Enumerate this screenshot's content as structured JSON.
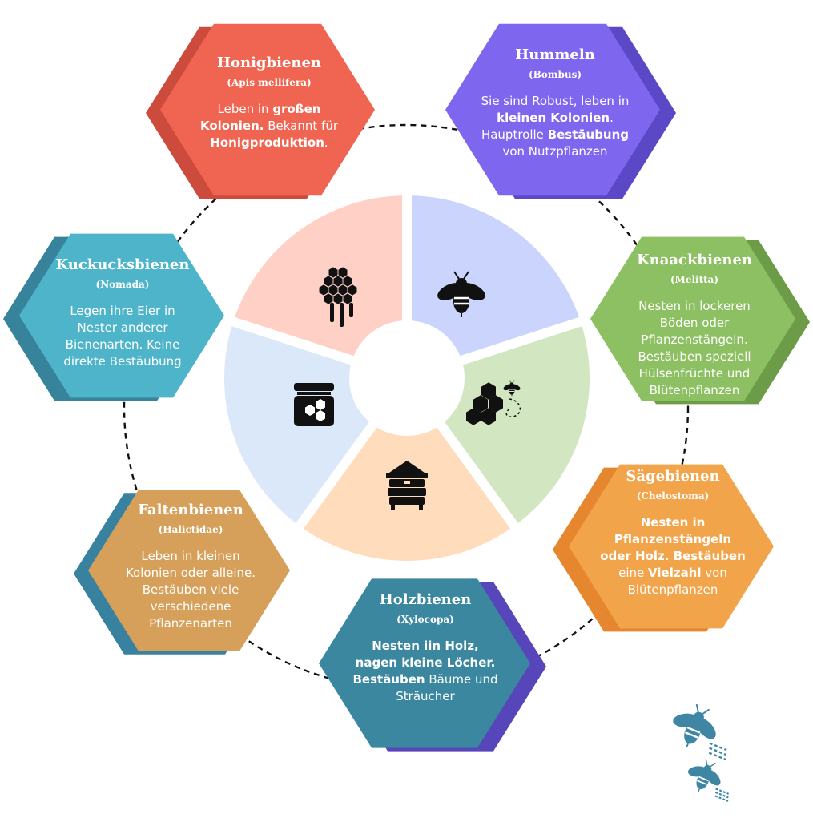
{
  "colors": {
    "ring": "#111111",
    "segments": [
      "#ffd0c6",
      "#cbd4fd",
      "#d3e6c2",
      "#ffdcbc",
      "#dae8fa"
    ],
    "segment_icons": "#111111",
    "decor_bees": "#3e86a3"
  },
  "center_icons": [
    "honeycomb-drip-icon",
    "bee-icon",
    "honeycomb-bees-icon",
    "beehive-icon",
    "honey-jar-icon"
  ],
  "decor_icons": [
    "flying-bee-icon",
    "flying-bee-icon"
  ],
  "hexagons": [
    {
      "id": "honigbienen",
      "name": "Honigbienen",
      "latin": "(Apis mellifera)",
      "color": "#ef6551",
      "shadow": "#cc4b3c",
      "desc": [
        {
          "t": "Leben in ",
          "b": false
        },
        {
          "t": "großen Kolonien.",
          "b": true
        },
        {
          "t": " Bekannt für ",
          "b": false
        },
        {
          "t": "Honigproduktion",
          "b": true
        },
        {
          "t": ".",
          "b": false
        }
      ]
    },
    {
      "id": "hummeln",
      "name": "Hummeln",
      "latin": "(Bombus)",
      "color": "#7e66ee",
      "shadow": "#5b48c7",
      "desc": [
        {
          "t": "Sie sind Robust, leben in ",
          "b": false
        },
        {
          "t": "kleinen Kolonien",
          "b": true
        },
        {
          "t": ". Hauptrolle ",
          "b": false
        },
        {
          "t": "Bestäubung",
          "b": true
        },
        {
          "t": " von Nutzpflanzen",
          "b": false
        }
      ]
    },
    {
      "id": "knaackbienen",
      "name": "Knaackbienen",
      "latin": "(Melitta)",
      "color": "#8cc062",
      "shadow": "#6c9c48",
      "desc": [
        {
          "t": "Nesten in lockeren Böden oder Pflanzenstängeln. Bestäuben speziell Hülsenfrüchte und Blütenpflanzen",
          "b": false
        }
      ]
    },
    {
      "id": "saegebienen",
      "name": "Sägebienen",
      "latin": "(Chelostoma)",
      "color": "#f2a44a",
      "shadow": "#e6862f",
      "desc": [
        {
          "t": "Nesten in Pflanzenstängeln oder Holz. Bestäuben",
          "b": true
        },
        {
          "t": " eine ",
          "b": false
        },
        {
          "t": "Vielzahl",
          "b": true
        },
        {
          "t": " von Blütenpflanzen",
          "b": false
        }
      ]
    },
    {
      "id": "holzbienen",
      "name": "Holzbienen",
      "latin": "(Xylocopa)",
      "color": "#3b87a0",
      "shadow": "#5646b9",
      "desc": [
        {
          "t": "Nesten iin Holz, nagen kleine Löcher. Bestäuben",
          "b": true
        },
        {
          "t": " Bäume und Sträucher",
          "b": false
        }
      ]
    },
    {
      "id": "faltenbienen",
      "name": "Faltenbienen",
      "latin": "(Halictidae)",
      "color": "#d7a05a",
      "shadow": "#3882a0",
      "desc": [
        {
          "t": "Leben in kleinen Kolonien oder alleine. Bestäuben viele verschiedene Pflanzenarten",
          "b": false
        }
      ]
    },
    {
      "id": "kuckucksbienen",
      "name": "Kuckucksbienen",
      "latin": "(Nomada)",
      "color": "#4db4ca",
      "shadow": "#37839b",
      "desc": [
        {
          "t": "Legen ihre Eier in Nester anderer Bienenarten. Keine direkte Bestäubung",
          "b": false
        }
      ]
    }
  ]
}
